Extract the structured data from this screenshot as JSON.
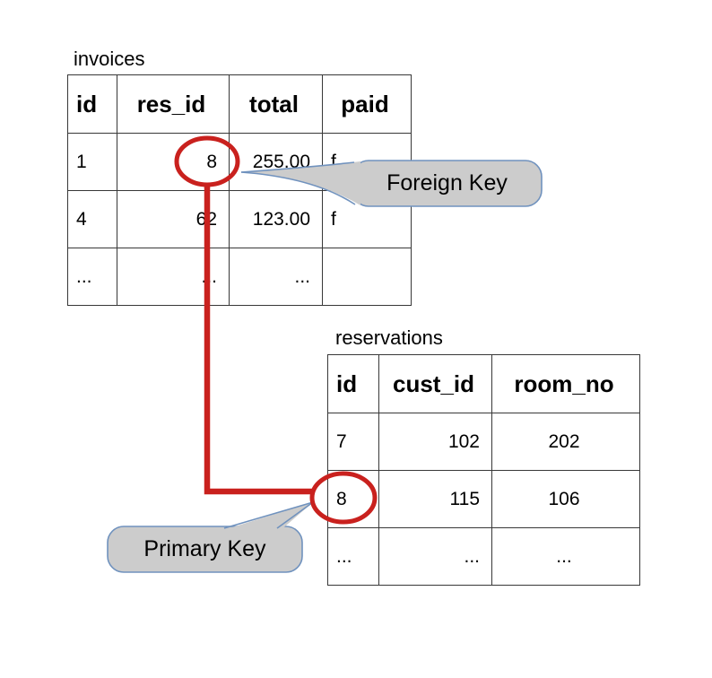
{
  "invoices": {
    "title": "invoices",
    "headers": [
      "id",
      "res_id",
      "total",
      "paid"
    ],
    "rows": [
      [
        "1",
        "8",
        "255.00",
        "f"
      ],
      [
        "4",
        "62",
        "123.00",
        "f"
      ],
      [
        "...",
        "...",
        "...",
        ""
      ]
    ]
  },
  "reservations": {
    "title": "reservations",
    "headers": [
      "id",
      "cust_id",
      "room_no"
    ],
    "rows": [
      [
        "7",
        "102",
        "202"
      ],
      [
        "8",
        "115",
        "106"
      ],
      [
        "...",
        "...",
        "..."
      ]
    ]
  },
  "annotations": {
    "foreign_key_label": "Foreign Key",
    "primary_key_label": "Primary Key",
    "circled_foreign_value": "8",
    "circled_primary_value": "8"
  },
  "colors": {
    "annotation_red": "#c9211e",
    "bubble_fill": "#cccccc",
    "bubble_border": "#7092be",
    "table_border": "#383838",
    "background": "#ffffff",
    "text": "#000000"
  }
}
